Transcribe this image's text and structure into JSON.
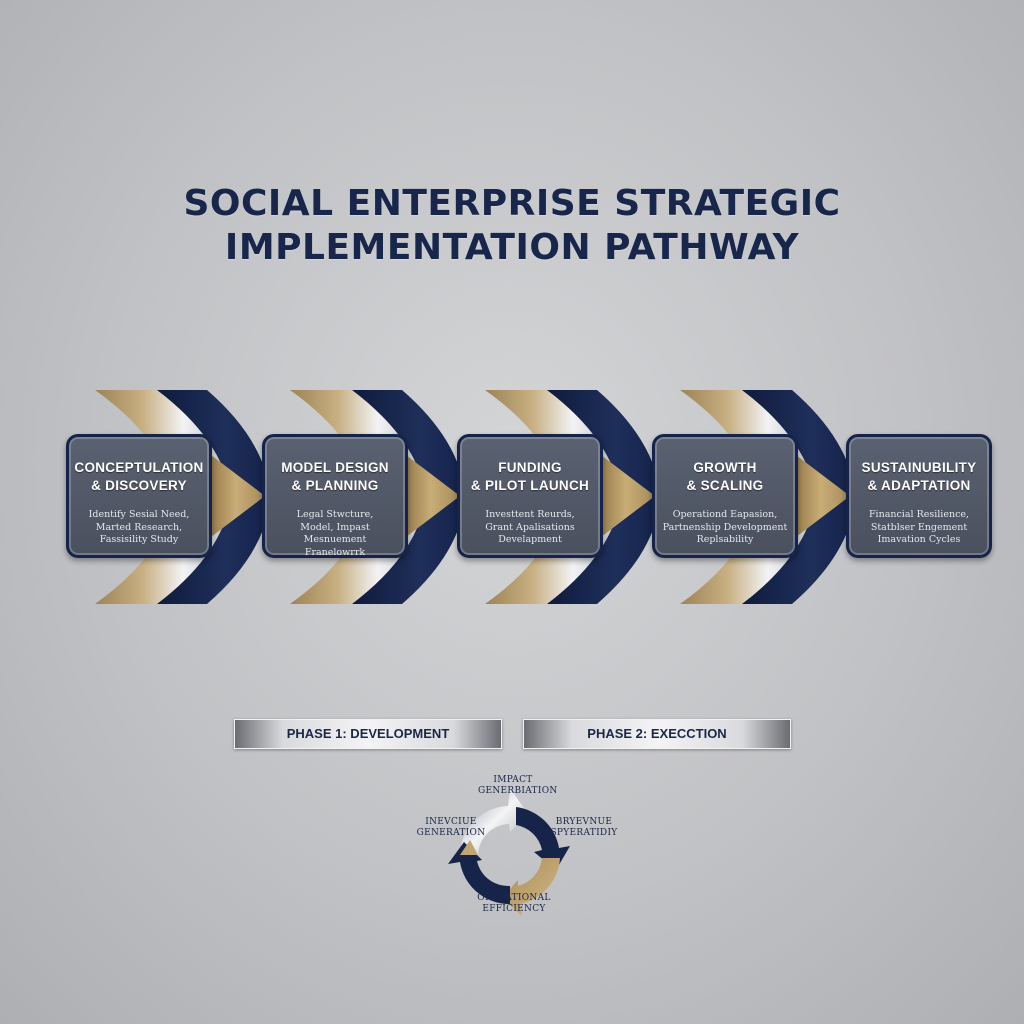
{
  "title": {
    "line1": "SOCIAL ENTERPRISE STRATEGIC",
    "line2": "IMPLEMENTATION PATHWAY"
  },
  "stages": [
    {
      "title": [
        "CONCEPTULATION",
        "& DISCOVERY"
      ],
      "desc": [
        "Identify Sesial Need,",
        "Marted Research,",
        "Fassisility Study"
      ]
    },
    {
      "title": [
        "MODEL DESIGN",
        "& PLANNING"
      ],
      "desc": [
        "Legal Stwcture,",
        "Model, Impast Mesnuement",
        "Franelowrrk"
      ]
    },
    {
      "title": [
        "FUNDING",
        "& PILOT LAUNCH"
      ],
      "desc": [
        "Investtent Reurds,",
        "Grant Apalisations",
        "Develapment"
      ]
    },
    {
      "title": [
        "GROWTH",
        "& SCALING"
      ],
      "desc": [
        "Operationd Eapasion,",
        "Partnenship Development",
        "Replsability"
      ]
    },
    {
      "title": [
        "SUSTAINUBILITY",
        "& ADAPTATION"
      ],
      "desc": [
        "Financial Resilience,",
        "Statblser Engement",
        "Imavation Cycles"
      ]
    }
  ],
  "phases": [
    {
      "label": "PHASE 1: DEVELOPMENT"
    },
    {
      "label": "PHASE 2: EXECCTION"
    }
  ],
  "cycle": {
    "top": [
      "IMPACT",
      "GENERBIATION"
    ],
    "left": [
      "INEVCIUE",
      "GENERATION"
    ],
    "right": [
      "BRYEVNUE",
      "SPYERATIDIY"
    ],
    "bottom": [
      "OPERATIONAL",
      "EFFICIENCY"
    ]
  },
  "colors": {
    "navy": "#16244a",
    "gold": "#b49a66",
    "silver": "#e6e7ea",
    "box": "#50566a"
  }
}
